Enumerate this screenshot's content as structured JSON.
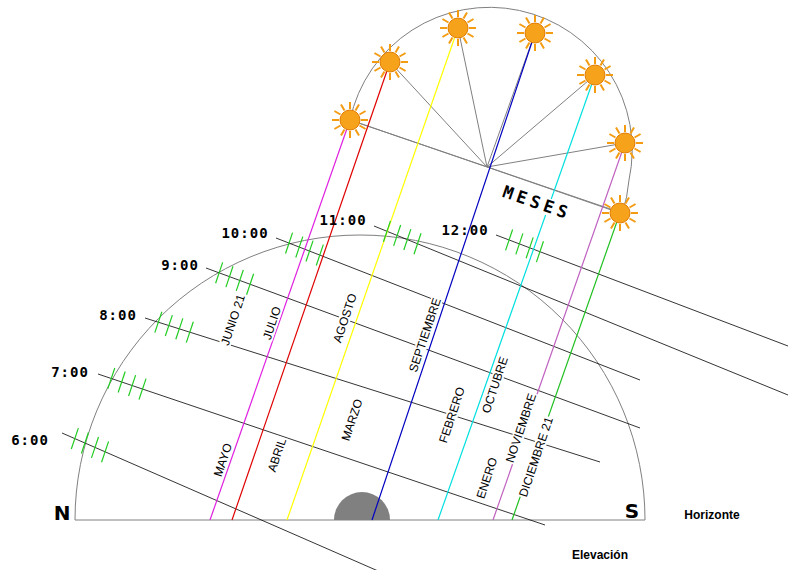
{
  "diagram": {
    "labels": [
      "MESES",
      "10:00",
      "11:00",
      "12:00",
      "9:00",
      "8:00",
      "7:00",
      "6:00",
      "JUNIO 21",
      "JULIO",
      "AGOSTO",
      "SEPTIEMBRE",
      "OCTUBRE",
      "MAYO",
      "ABRIL",
      "MARZO",
      "FEBRERO",
      "NOVIEMBRE",
      "ENERO",
      "DICIEMBRE 21",
      "N",
      "S",
      "Horizonte",
      "Elevación"
    ]
  }
}
